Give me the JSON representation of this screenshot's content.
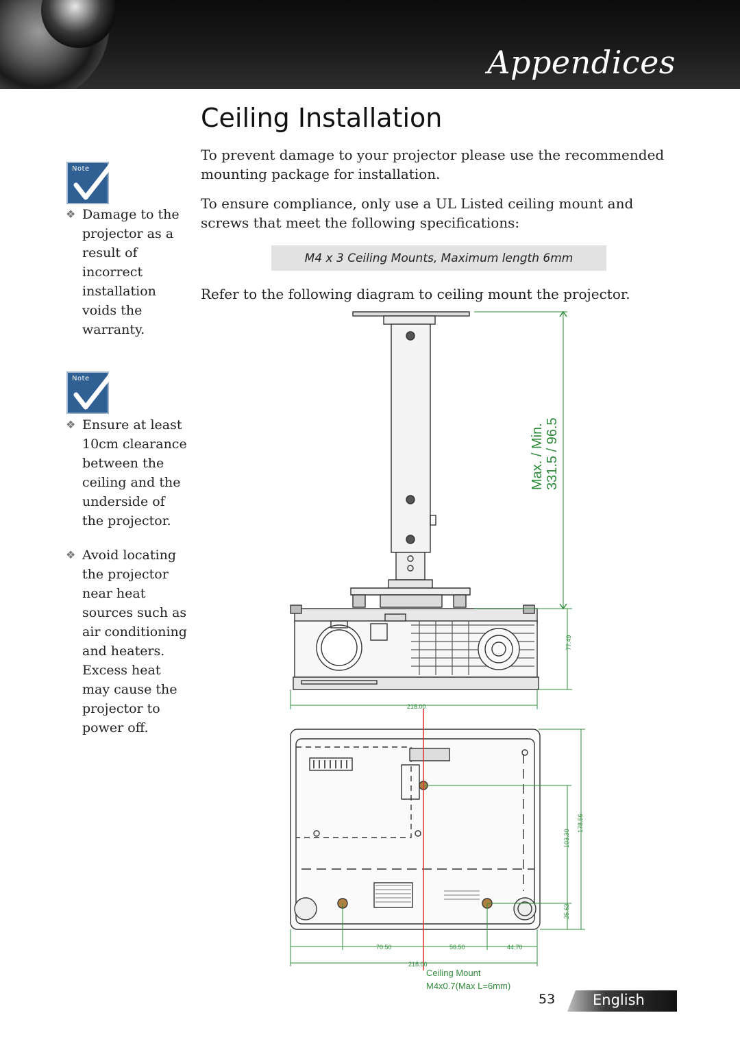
{
  "header": {
    "section_title": "Appendices"
  },
  "page": {
    "title": "Ceiling Installation",
    "paragraphs": [
      "To prevent damage to your projector please use the recommended mounting package for installation.",
      "To ensure compliance, only use a UL Listed ceiling mount and screws that meet the following specifications:",
      "Refer to the following diagram to ceiling mount the projector."
    ],
    "spec": "M4 x 3 Ceiling Mounts, Maximum length 6mm"
  },
  "notes": {
    "icon_label": "Note",
    "items": [
      "Damage to the projector as a result of incorrect installation voids the warranty.",
      "Ensure at least 10cm clearance between the ceiling and the underside of the projector.",
      "Avoid locating the projector near heat sources such as air conditioning and heaters. Excess heat may cause the projector to power off."
    ]
  },
  "diagram": {
    "max_min_label": "Max. / Min.",
    "max_min_values": "331.5 / 96.5",
    "dim_height": "77.49",
    "dim_width": "218.00",
    "dim_depth_total": "178.56",
    "dim_depth_mount": "103.30",
    "dim_depth_front": "25.63",
    "dim_x1": "70.50",
    "dim_x2": "56.50",
    "dim_x3": "44.70",
    "dim_width_bottom": "218.00",
    "mount_label": "Ceiling Mount",
    "mount_spec": "M4x0.7(Max L=6mm)",
    "accent_color": "#2e8b3a",
    "axis_color": "#e03030"
  },
  "footer": {
    "page_number": "53",
    "language": "English"
  }
}
